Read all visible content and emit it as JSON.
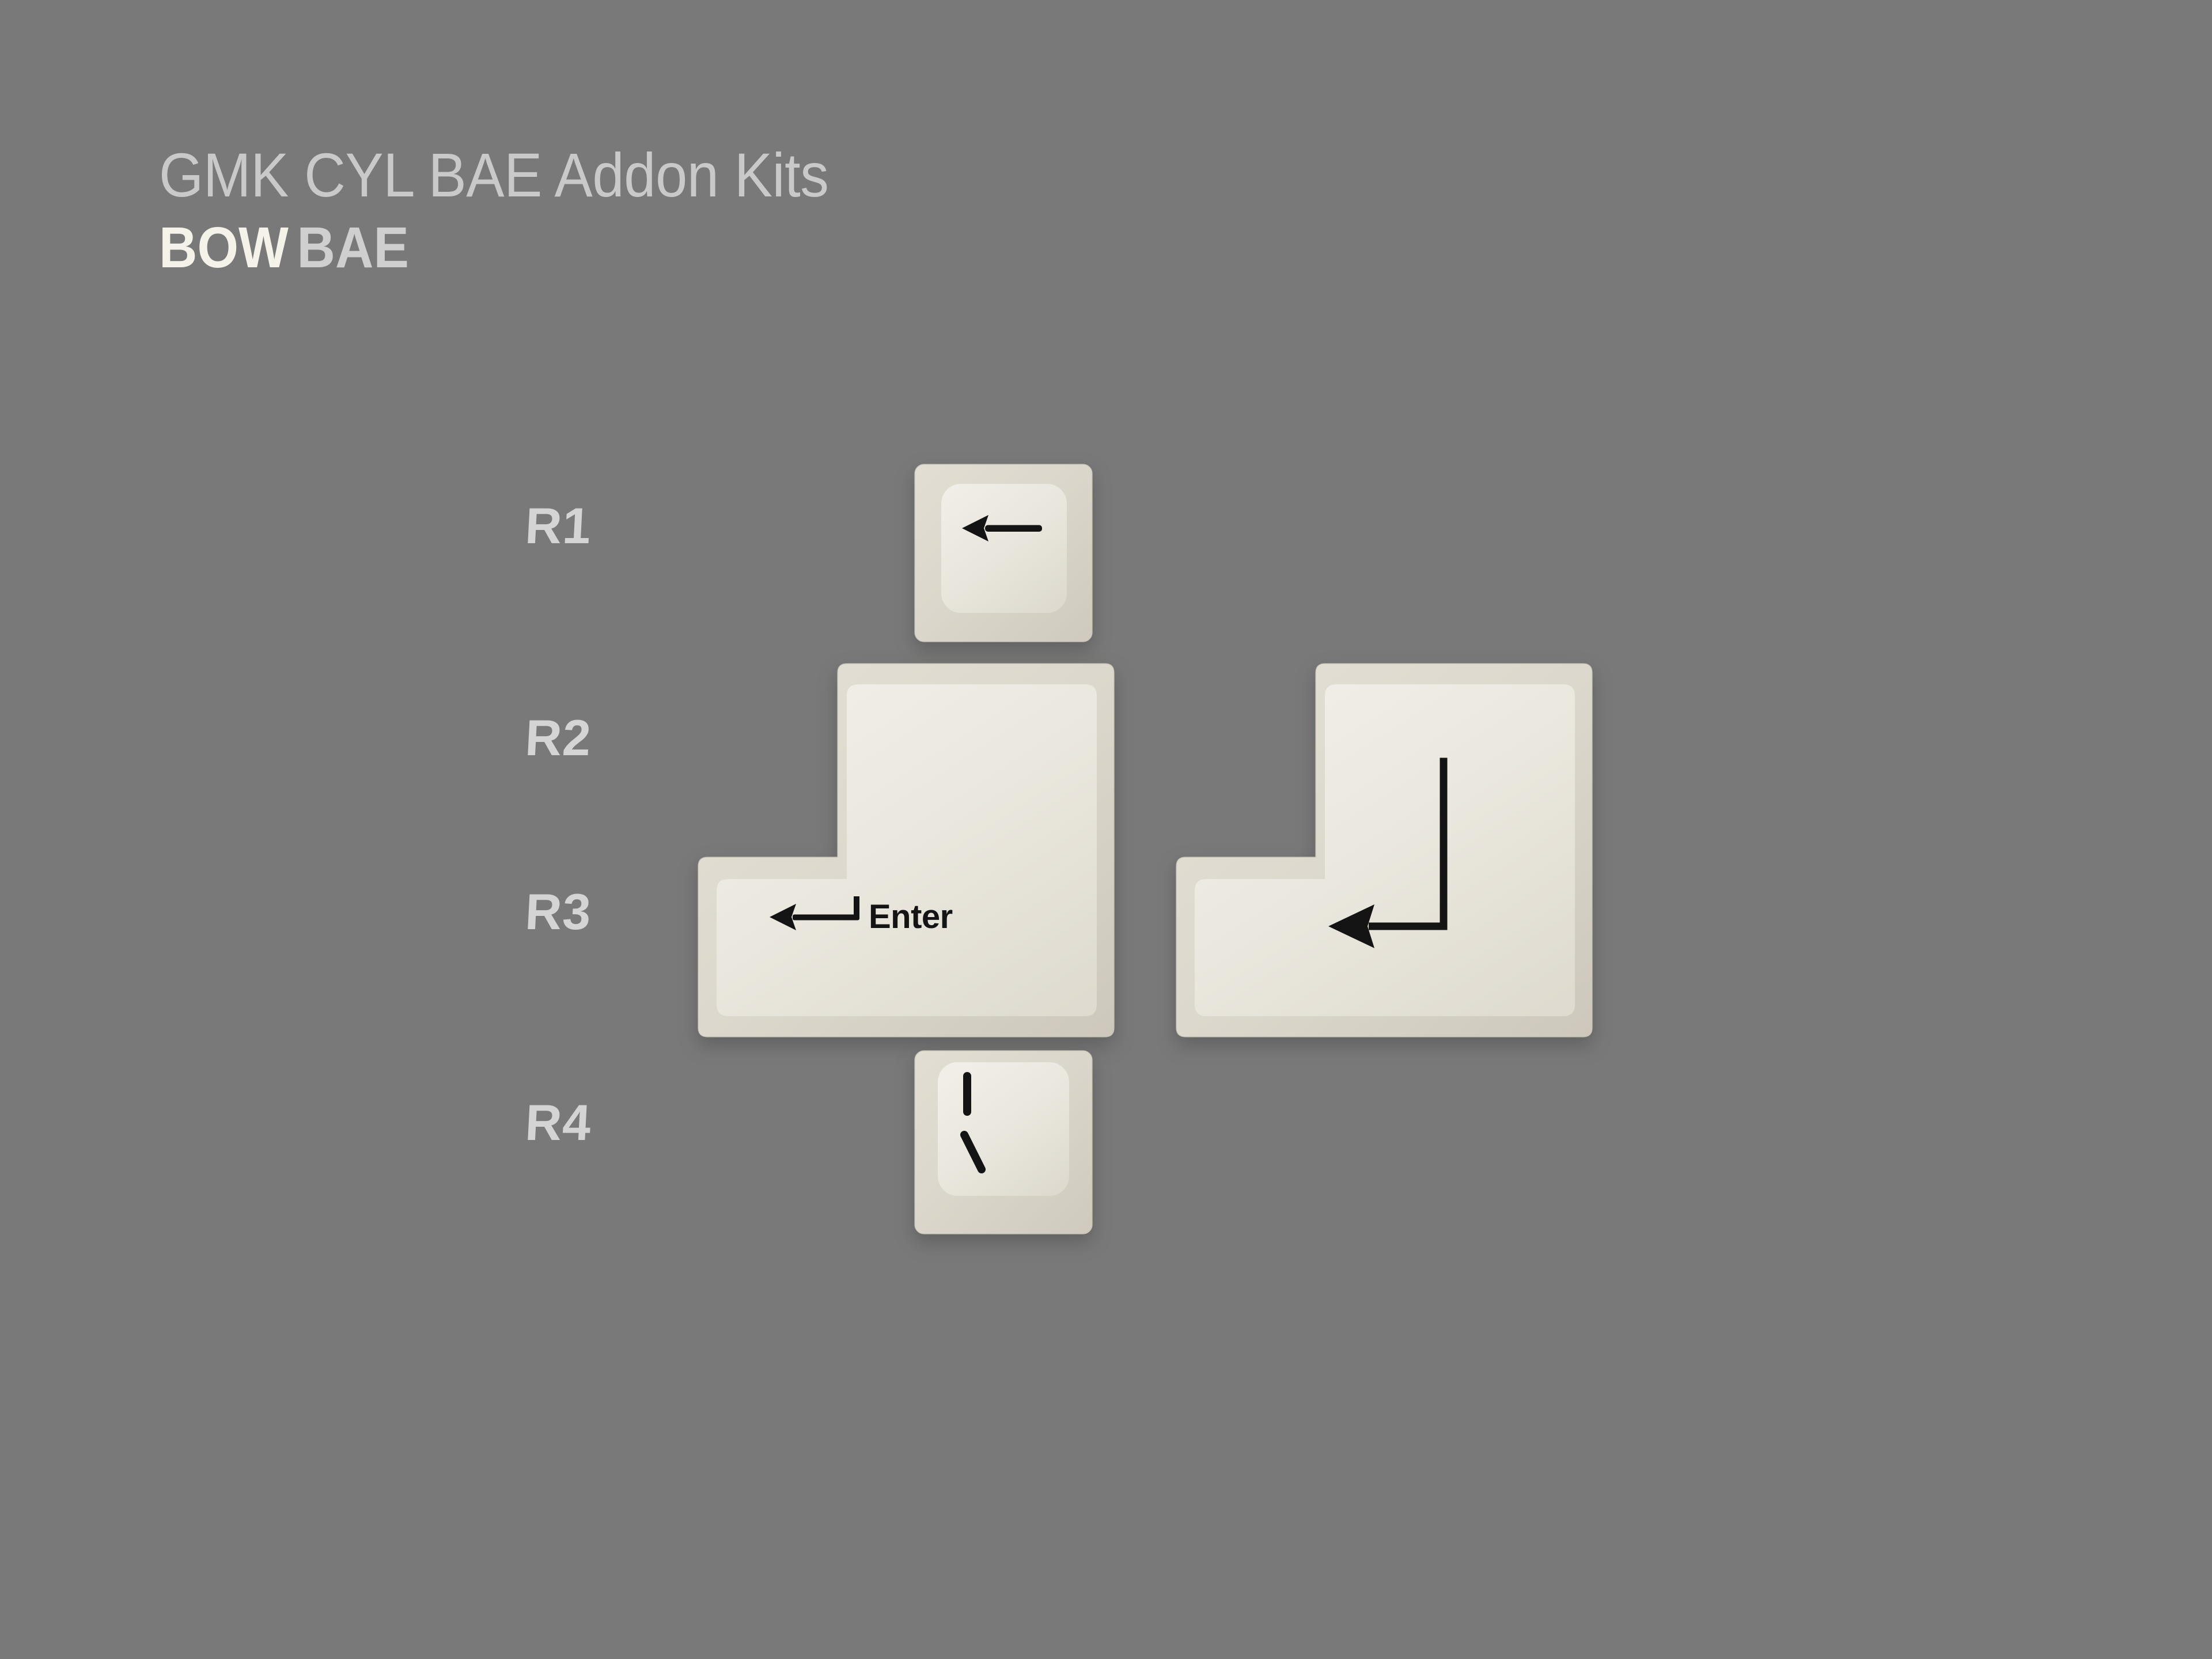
{
  "page": {
    "background_color": "#797979",
    "title": "GMK CYL BAE Addon Kits",
    "subtitle_primary": "BOW",
    "subtitle_secondary": "BAE",
    "title_color": "#c9c9c9",
    "subtitle_primary_color": "#f5f3e9",
    "subtitle_secondary_color": "#cfcfcf"
  },
  "row_labels": [
    {
      "id": "r1",
      "label": "R1"
    },
    {
      "id": "r2",
      "label": "R2"
    },
    {
      "id": "r3",
      "label": "R3"
    },
    {
      "id": "r4",
      "label": "R4"
    }
  ],
  "keycaps": [
    {
      "id": "r1-backspace",
      "row": "R1",
      "profile": "GMK Cherry",
      "shape": "1u",
      "cap_color": "#e6e3da",
      "legend_color": "#141414",
      "legend_text": "",
      "legend_icon": "left-arrow-icon",
      "legend_description": "Left arrow (Backspace)"
    },
    {
      "id": "r2r3-iso-enter-text",
      "row": "R2/R3",
      "profile": "GMK Cherry",
      "shape": "ISO Enter",
      "cap_color": "#e6e3da",
      "legend_color": "#141414",
      "legend_text": "Enter",
      "legend_icon": "return-arrow-icon",
      "legend_description": "Return arrow plus the word Enter"
    },
    {
      "id": "r2r3-iso-enter-glyph",
      "row": "R2/R3",
      "profile": "GMK Cherry",
      "shape": "ISO Enter",
      "cap_color": "#e6e3da",
      "legend_color": "#141414",
      "legend_text": "",
      "legend_icon": "large-return-arrow-icon",
      "legend_description": "Large carriage return arrow glyph"
    },
    {
      "id": "r4-pipe-backslash",
      "row": "R4",
      "profile": "GMK Cherry",
      "shape": "1u",
      "cap_color": "#e6e3da",
      "legend_color": "#141414",
      "legend_text": "",
      "legend_icon": "pipe-backslash-icon",
      "legend_description": "Pipe and backslash"
    }
  ],
  "legends": {
    "enter_word": "Enter"
  }
}
